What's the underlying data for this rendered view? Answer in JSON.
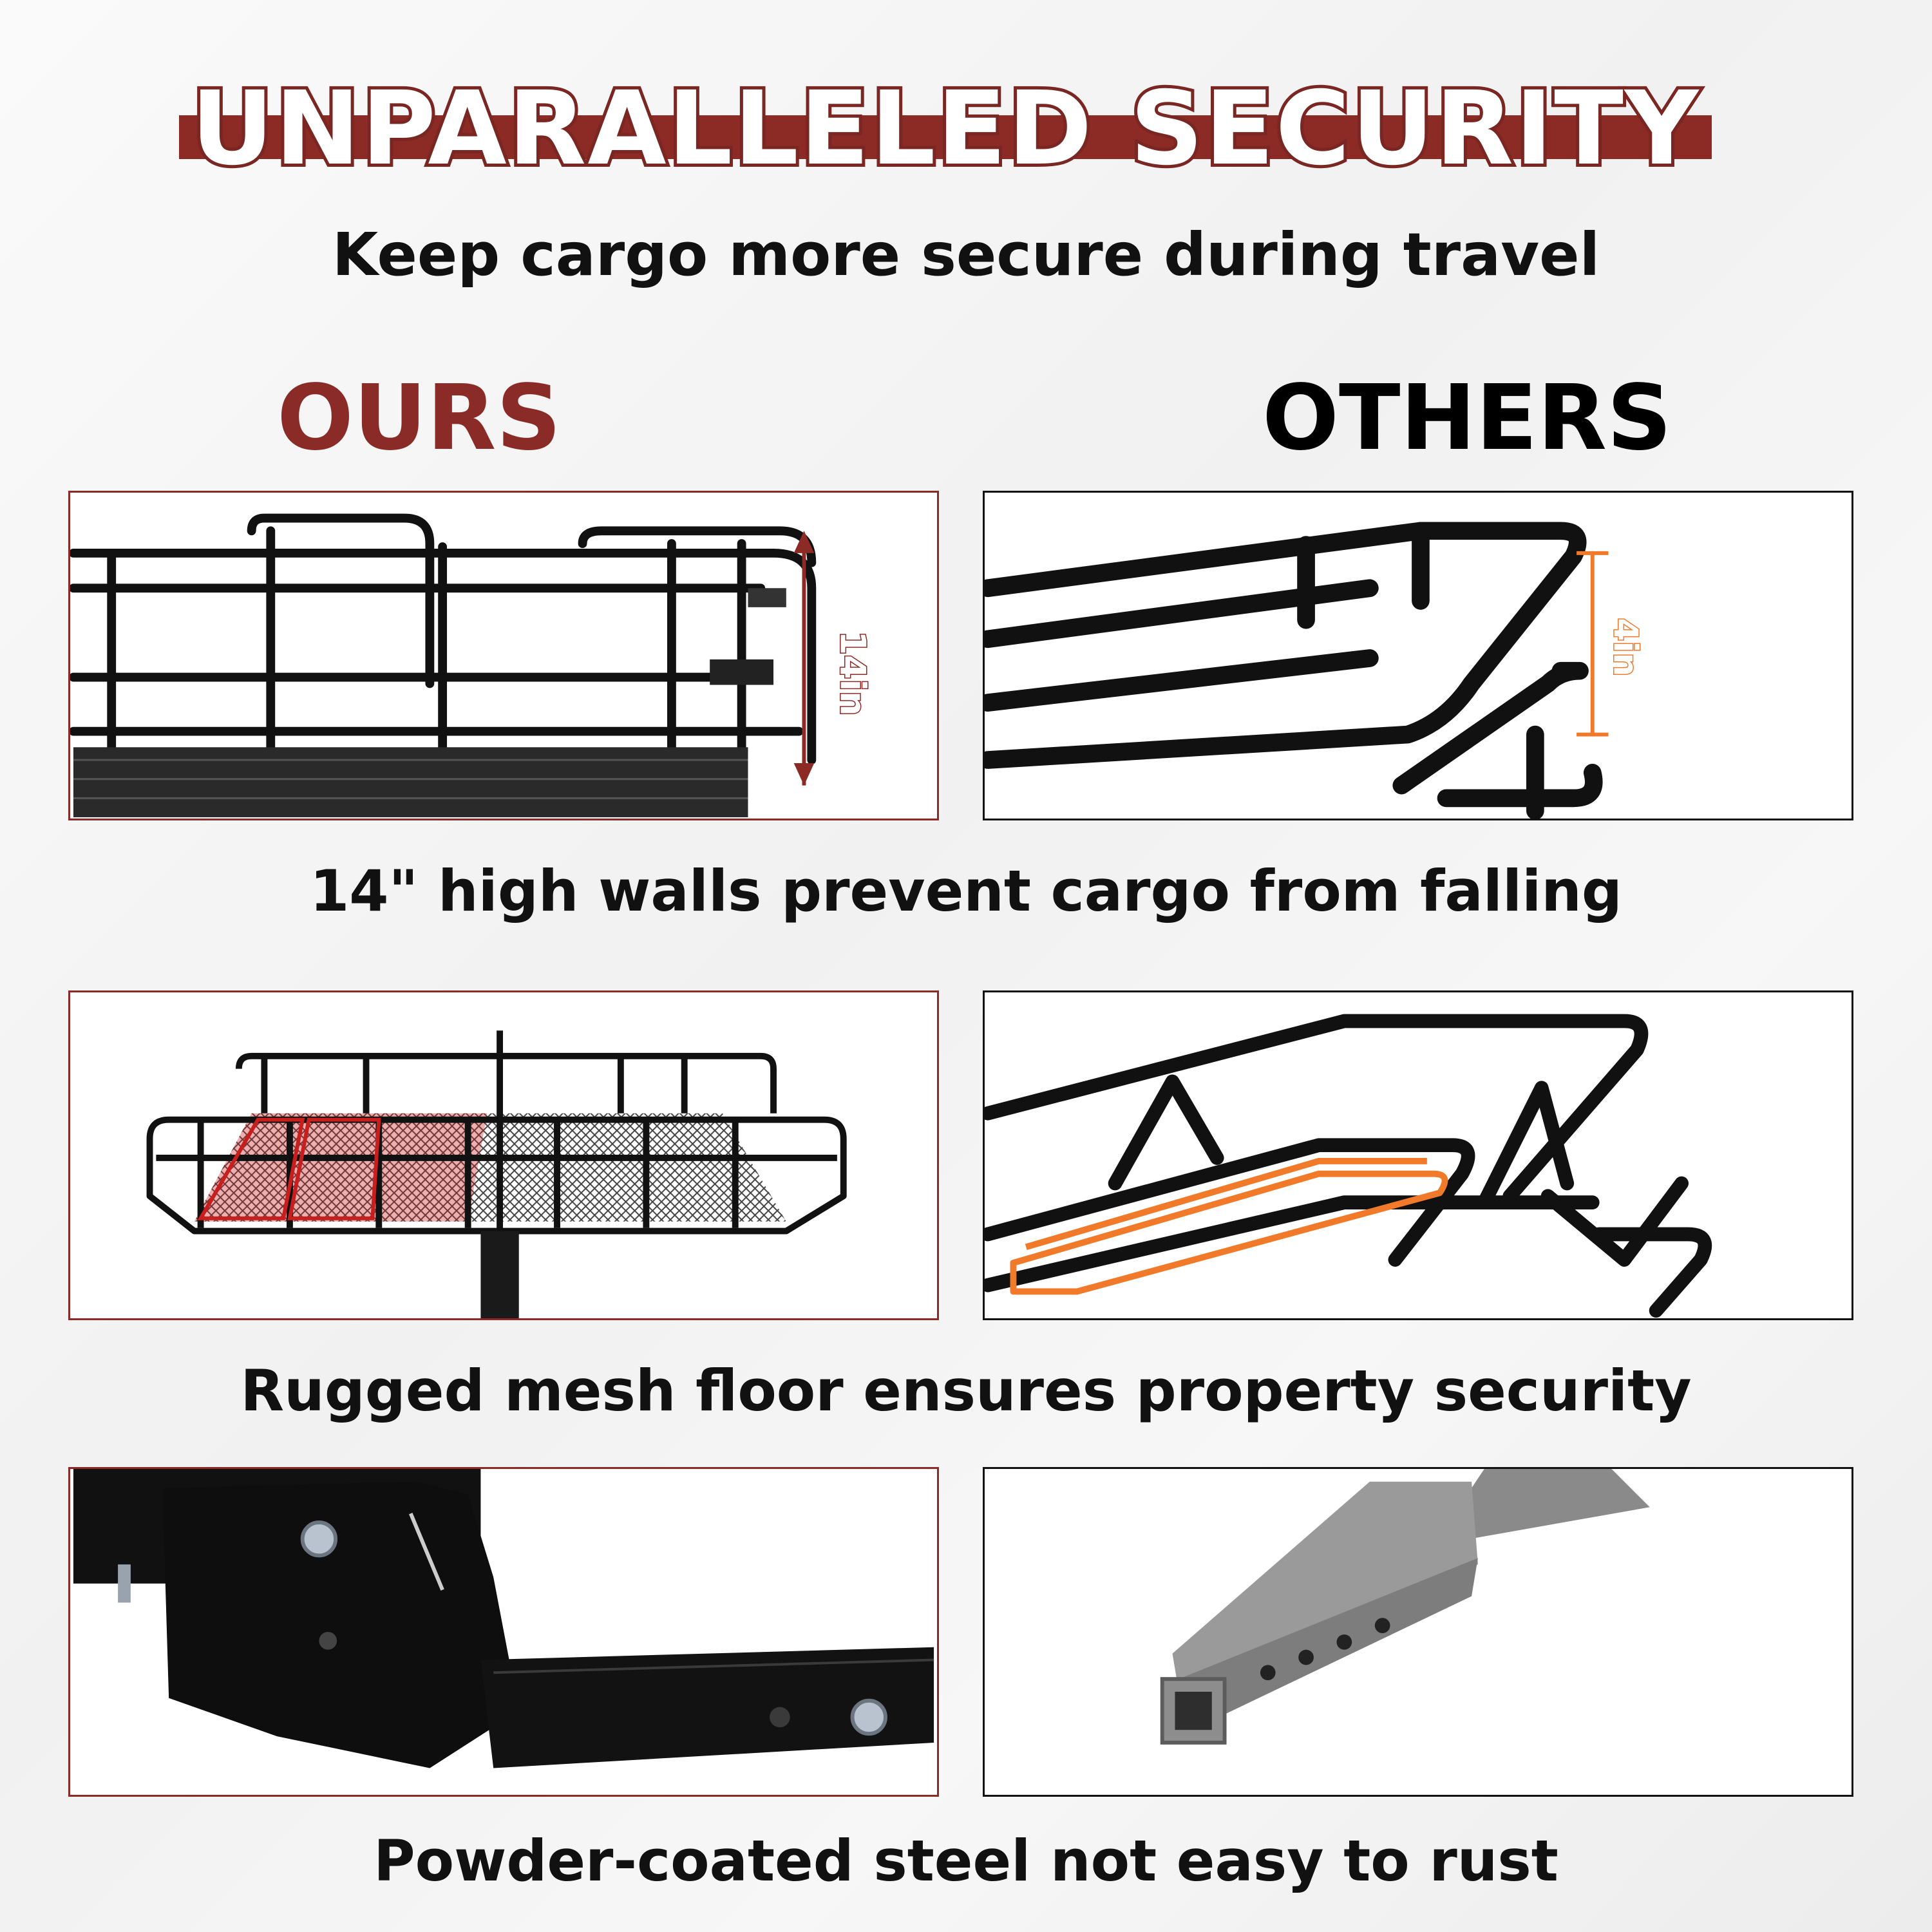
{
  "header": {
    "title": "UNPARALLELED SECURITY",
    "subtitle": "Keep cargo more secure during travel"
  },
  "columns": {
    "ours_label": "OURS",
    "others_label": "OTHERS"
  },
  "rows": [
    {
      "ours_measure": "14in",
      "others_measure": "4in",
      "caption": "14\" high walls prevent cargo from falling"
    },
    {
      "caption": "Rugged mesh floor ensures property security"
    },
    {
      "caption": "Powder-coated steel not easy to rust"
    }
  ],
  "colors": {
    "brand": "#8c2a26",
    "highlight_ours": "#c81e1e",
    "highlight_others": "#f07a2a"
  }
}
